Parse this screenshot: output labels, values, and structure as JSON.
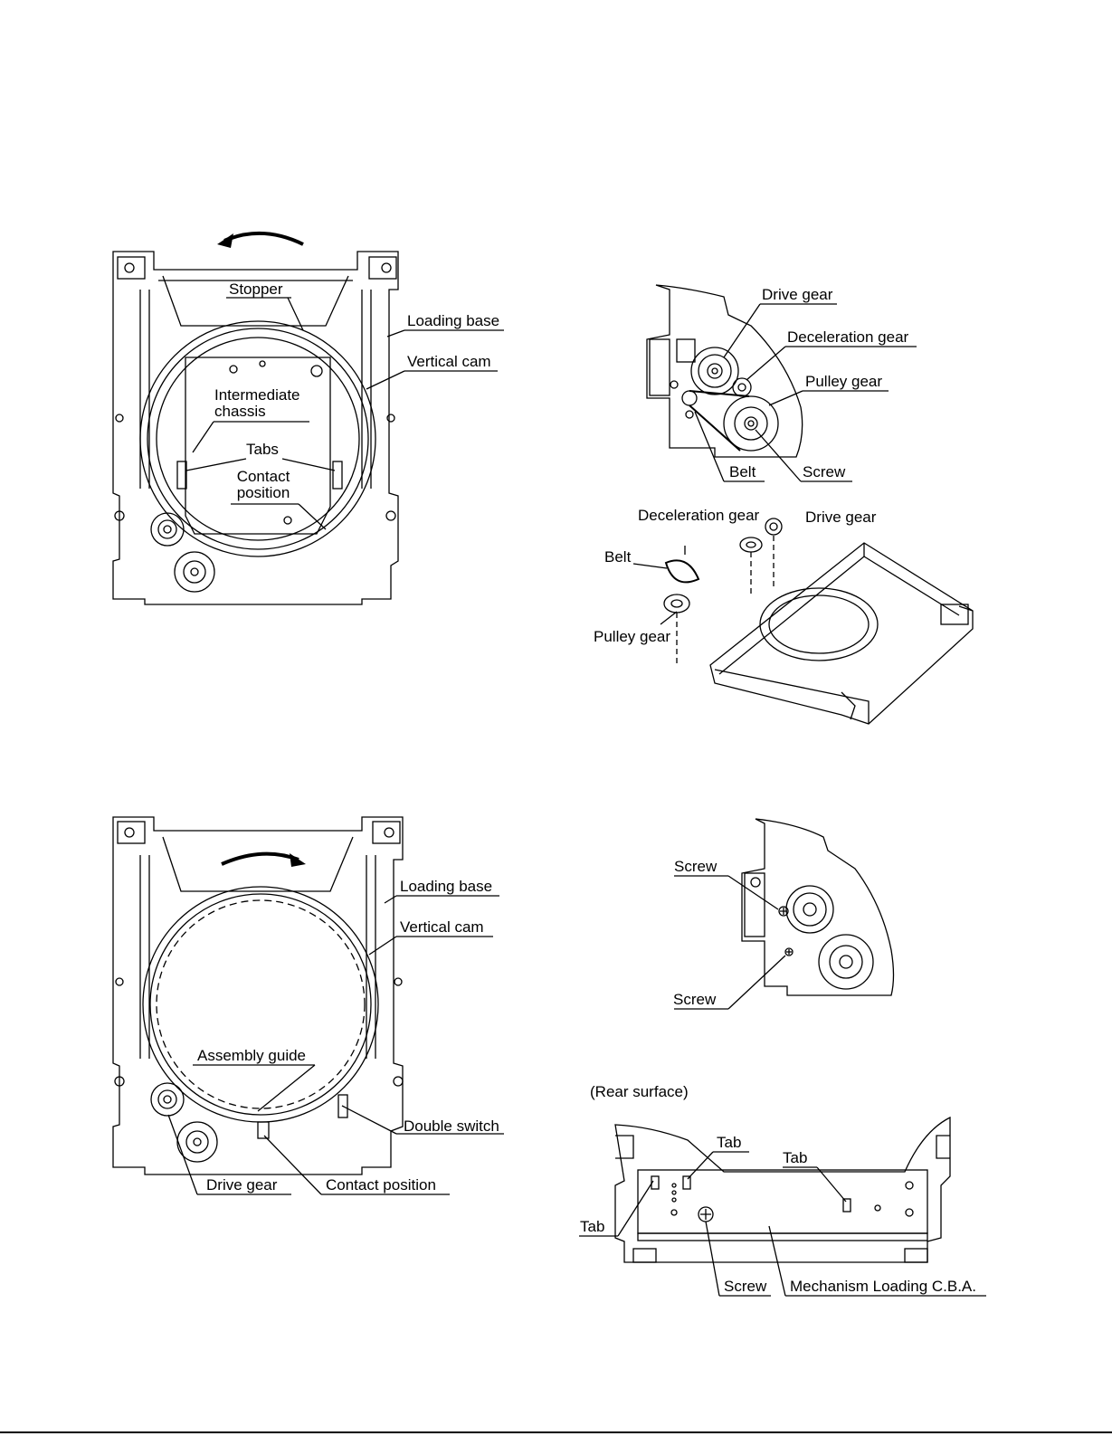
{
  "figure_top_left": {
    "labels": {
      "stopper": "Stopper",
      "loading_base": "Loading base",
      "vertical_cam": "Vertical cam",
      "intermediate_chassis": "Intermediate\nchassis",
      "tabs": "Tabs",
      "contact_position": "Contact\nposition"
    }
  },
  "figure_top_right": {
    "labels": {
      "drive_gear": "Drive gear",
      "deceleration_gear": "Deceleration gear",
      "pulley_gear": "Pulley gear",
      "belt": "Belt",
      "screw": "Screw"
    }
  },
  "figure_mid_right": {
    "labels": {
      "deceleration_gear": "Deceleration gear",
      "drive_gear": "Drive gear",
      "belt": "Belt",
      "pulley_gear": "Pulley gear"
    }
  },
  "figure_bottom_left": {
    "labels": {
      "loading_base": "Loading base",
      "vertical_cam": "Vertical cam",
      "assembly_guide": "Assembly guide",
      "double_switch": "Double switch",
      "drive_gear": "Drive gear",
      "contact_position": "Contact position"
    }
  },
  "figure_bottom_right_top": {
    "labels": {
      "screw_upper": "Screw",
      "screw_lower": "Screw"
    }
  },
  "figure_bottom_right": {
    "caption": "(Rear surface)",
    "labels": {
      "tab_left": "Tab",
      "tab_mid": "Tab",
      "tab_right": "Tab",
      "screw": "Screw",
      "mechanism": "Mechanism Loading C.B.A."
    }
  }
}
